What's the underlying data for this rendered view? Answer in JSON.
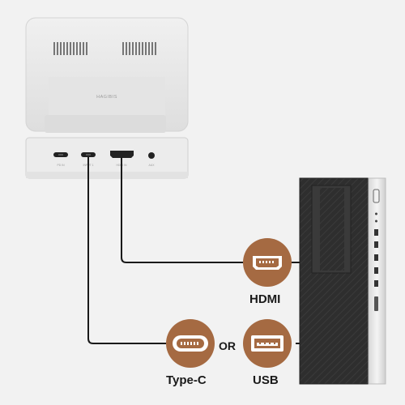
{
  "device": {
    "brand": "HAGIBIS",
    "ports": [
      {
        "label": "PD IN"
      },
      {
        "label": "INPUT 1"
      },
      {
        "label": "HDMI IN"
      },
      {
        "label": "AUX"
      }
    ]
  },
  "connectors": {
    "hdmi": {
      "label": "HDMI"
    },
    "type_c": {
      "label": "Type-C"
    },
    "usb": {
      "label": "USB"
    },
    "separator": "OR"
  },
  "colors": {
    "background": "#f2f2f2",
    "device": "#e9e9e9",
    "badge": "#a56a42",
    "cable": "#1a1a1a",
    "tower": "#2b2b2b"
  }
}
